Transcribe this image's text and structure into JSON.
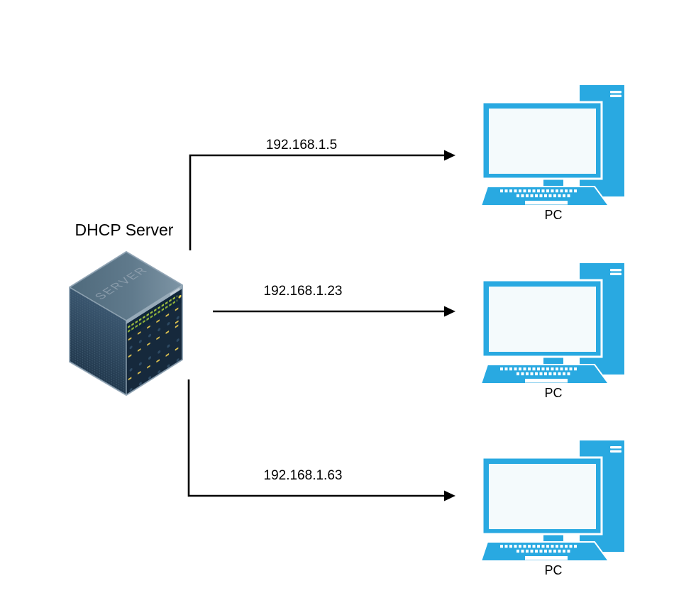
{
  "server": {
    "label": "DHCP Server",
    "icon_text": "SERVER"
  },
  "connections": [
    {
      "ip": "192.168.1.5",
      "target": "PC"
    },
    {
      "ip": "192.168.1.23",
      "target": "PC"
    },
    {
      "ip": "192.168.1.63",
      "target": "PC"
    }
  ],
  "pcs": [
    {
      "label": "PC"
    },
    {
      "label": "PC"
    },
    {
      "label": "PC"
    }
  ],
  "colors": {
    "canvas_bg": "#FFFFFF",
    "label_text": "#000000",
    "connector": "#000000",
    "pc_blue": "#29A9E1",
    "screen": "#F4FAFC",
    "server_top": "#5F7889",
    "server_side": "#2C4860",
    "server_panel": "#16293C",
    "server_tray": "#9BAEBE",
    "server_led_green": "#9FBE3E",
    "server_led_yellow": "#E5CF4F"
  }
}
